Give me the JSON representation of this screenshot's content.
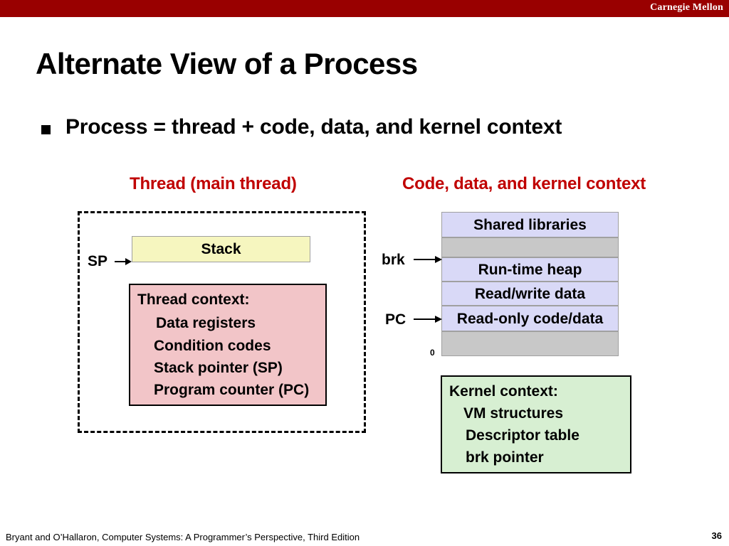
{
  "header": {
    "brand": "Carnegie Mellon",
    "color": "#990000"
  },
  "slide": {
    "title": "Alternate View of a Process",
    "bullet": "Process = thread + code, data, and kernel context",
    "thread_heading": "Thread (main thread)",
    "context_heading": "Code, data, and kernel context",
    "heading_color": "#c00000"
  },
  "thread": {
    "sp_label": "SP",
    "stack_label": "Stack",
    "context_title": "Thread context:",
    "context_items": [
      "Data registers",
      "Condition codes",
      "Stack pointer (SP)",
      "Program counter (PC)"
    ]
  },
  "memory": {
    "segments": [
      {
        "label": "Shared libraries",
        "fill": "#d9d9f7"
      },
      {
        "label": "",
        "fill": "#c8c8c8"
      },
      {
        "label": "Run-time heap",
        "fill": "#d9d9f7"
      },
      {
        "label": "Read/write data",
        "fill": "#d9d9f7"
      },
      {
        "label": "Read-only code/data",
        "fill": "#d9d9f7"
      },
      {
        "label": "",
        "fill": "#c8c8c8"
      }
    ],
    "brk_label": "brk",
    "pc_label": "PC",
    "zero_label": "0"
  },
  "kernel": {
    "title": "Kernel context:",
    "items": [
      "VM structures",
      "Descriptor table",
      "brk pointer"
    ]
  },
  "footer": {
    "citation": "Bryant and O’Hallaron, Computer Systems: A Programmer’s Perspective, Third Edition",
    "page_number": "36"
  }
}
